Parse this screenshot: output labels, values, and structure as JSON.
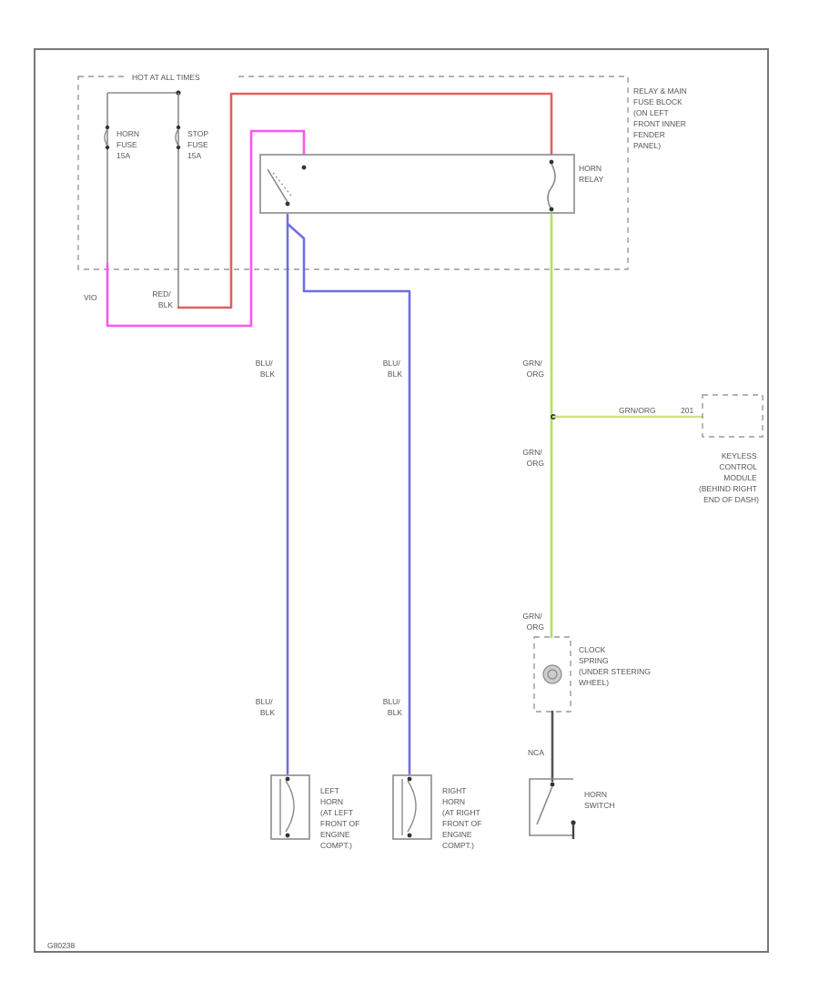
{
  "colors": {
    "red": "#e06060",
    "pink": "#ff55ee",
    "blue": "#6f6fdf",
    "green": "#b4e060",
    "yellow_green": "#cfe08a",
    "black": "#555555",
    "frame": "#777777"
  },
  "hot_label": "HOT AT ALL TIMES",
  "relay_block_label": [
    "RELAY & MAIN",
    "FUSE BLOCK",
    "(ON LEFT",
    "FRONT INNER",
    "FENDER",
    "PANEL)"
  ],
  "horn_fuse": [
    "HORN",
    "FUSE",
    "15A"
  ],
  "stop_fuse": [
    "STOP",
    "FUSE",
    "15A"
  ],
  "horn_relay": [
    "HORN",
    "RELAY"
  ],
  "wire_red_blk": [
    "RED/",
    "BLK"
  ],
  "wire_vio": "VIO",
  "wire_blu_blk": [
    "BLU/",
    "BLK"
  ],
  "wire_grn_org": [
    "GRN/",
    "ORG"
  ],
  "wire_grn_org_line": "GRN/ORG",
  "connector_num": "201",
  "keyless_module": [
    "KEYLESS",
    "CONTROL",
    "MODULE",
    "(BEHIND RIGHT",
    "END OF DASH)"
  ],
  "clock_spring": [
    "CLOCK",
    "SPRING",
    "(UNDER STEERING",
    "WHEEL)"
  ],
  "wire_nca": "NCA",
  "left_horn": [
    "LEFT",
    "HORN",
    "(AT LEFT",
    "FRONT OF",
    "ENGINE",
    "COMPT.)"
  ],
  "right_horn": [
    "RIGHT",
    "HORN",
    "(AT RIGHT",
    "FRONT OF",
    "ENGINE",
    "COMPT.)"
  ],
  "horn_switch": [
    "HORN",
    "SWITCH"
  ],
  "figure_code": "G80238"
}
